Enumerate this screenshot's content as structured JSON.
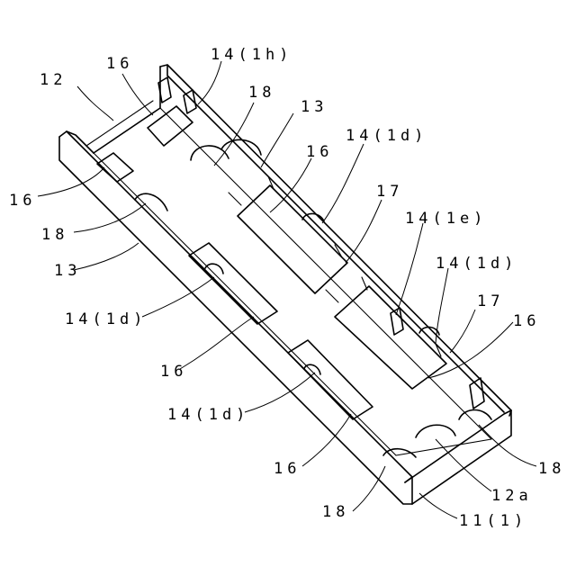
{
  "figure": {
    "labels": {
      "l12": "12",
      "l16a": "16",
      "l14_1h": "14(1h)",
      "l18a": "18",
      "l13a": "13",
      "l16b": "16",
      "l14_1d_a": "14(1d)",
      "l17a": "17",
      "l14_1e": "14(1e)",
      "l14_1d_b": "14(1d)",
      "l17b": "17",
      "l16c": "16",
      "l16d": "16",
      "l18b": "18",
      "l13b": "13",
      "l14_1d_c": "14(1d)",
      "l16e": "16",
      "l14_1d_d": "14(1d)",
      "l16f": "16",
      "l18c": "18",
      "l12a": "12a",
      "l18d": "18",
      "l11_1": "11(1)"
    }
  }
}
